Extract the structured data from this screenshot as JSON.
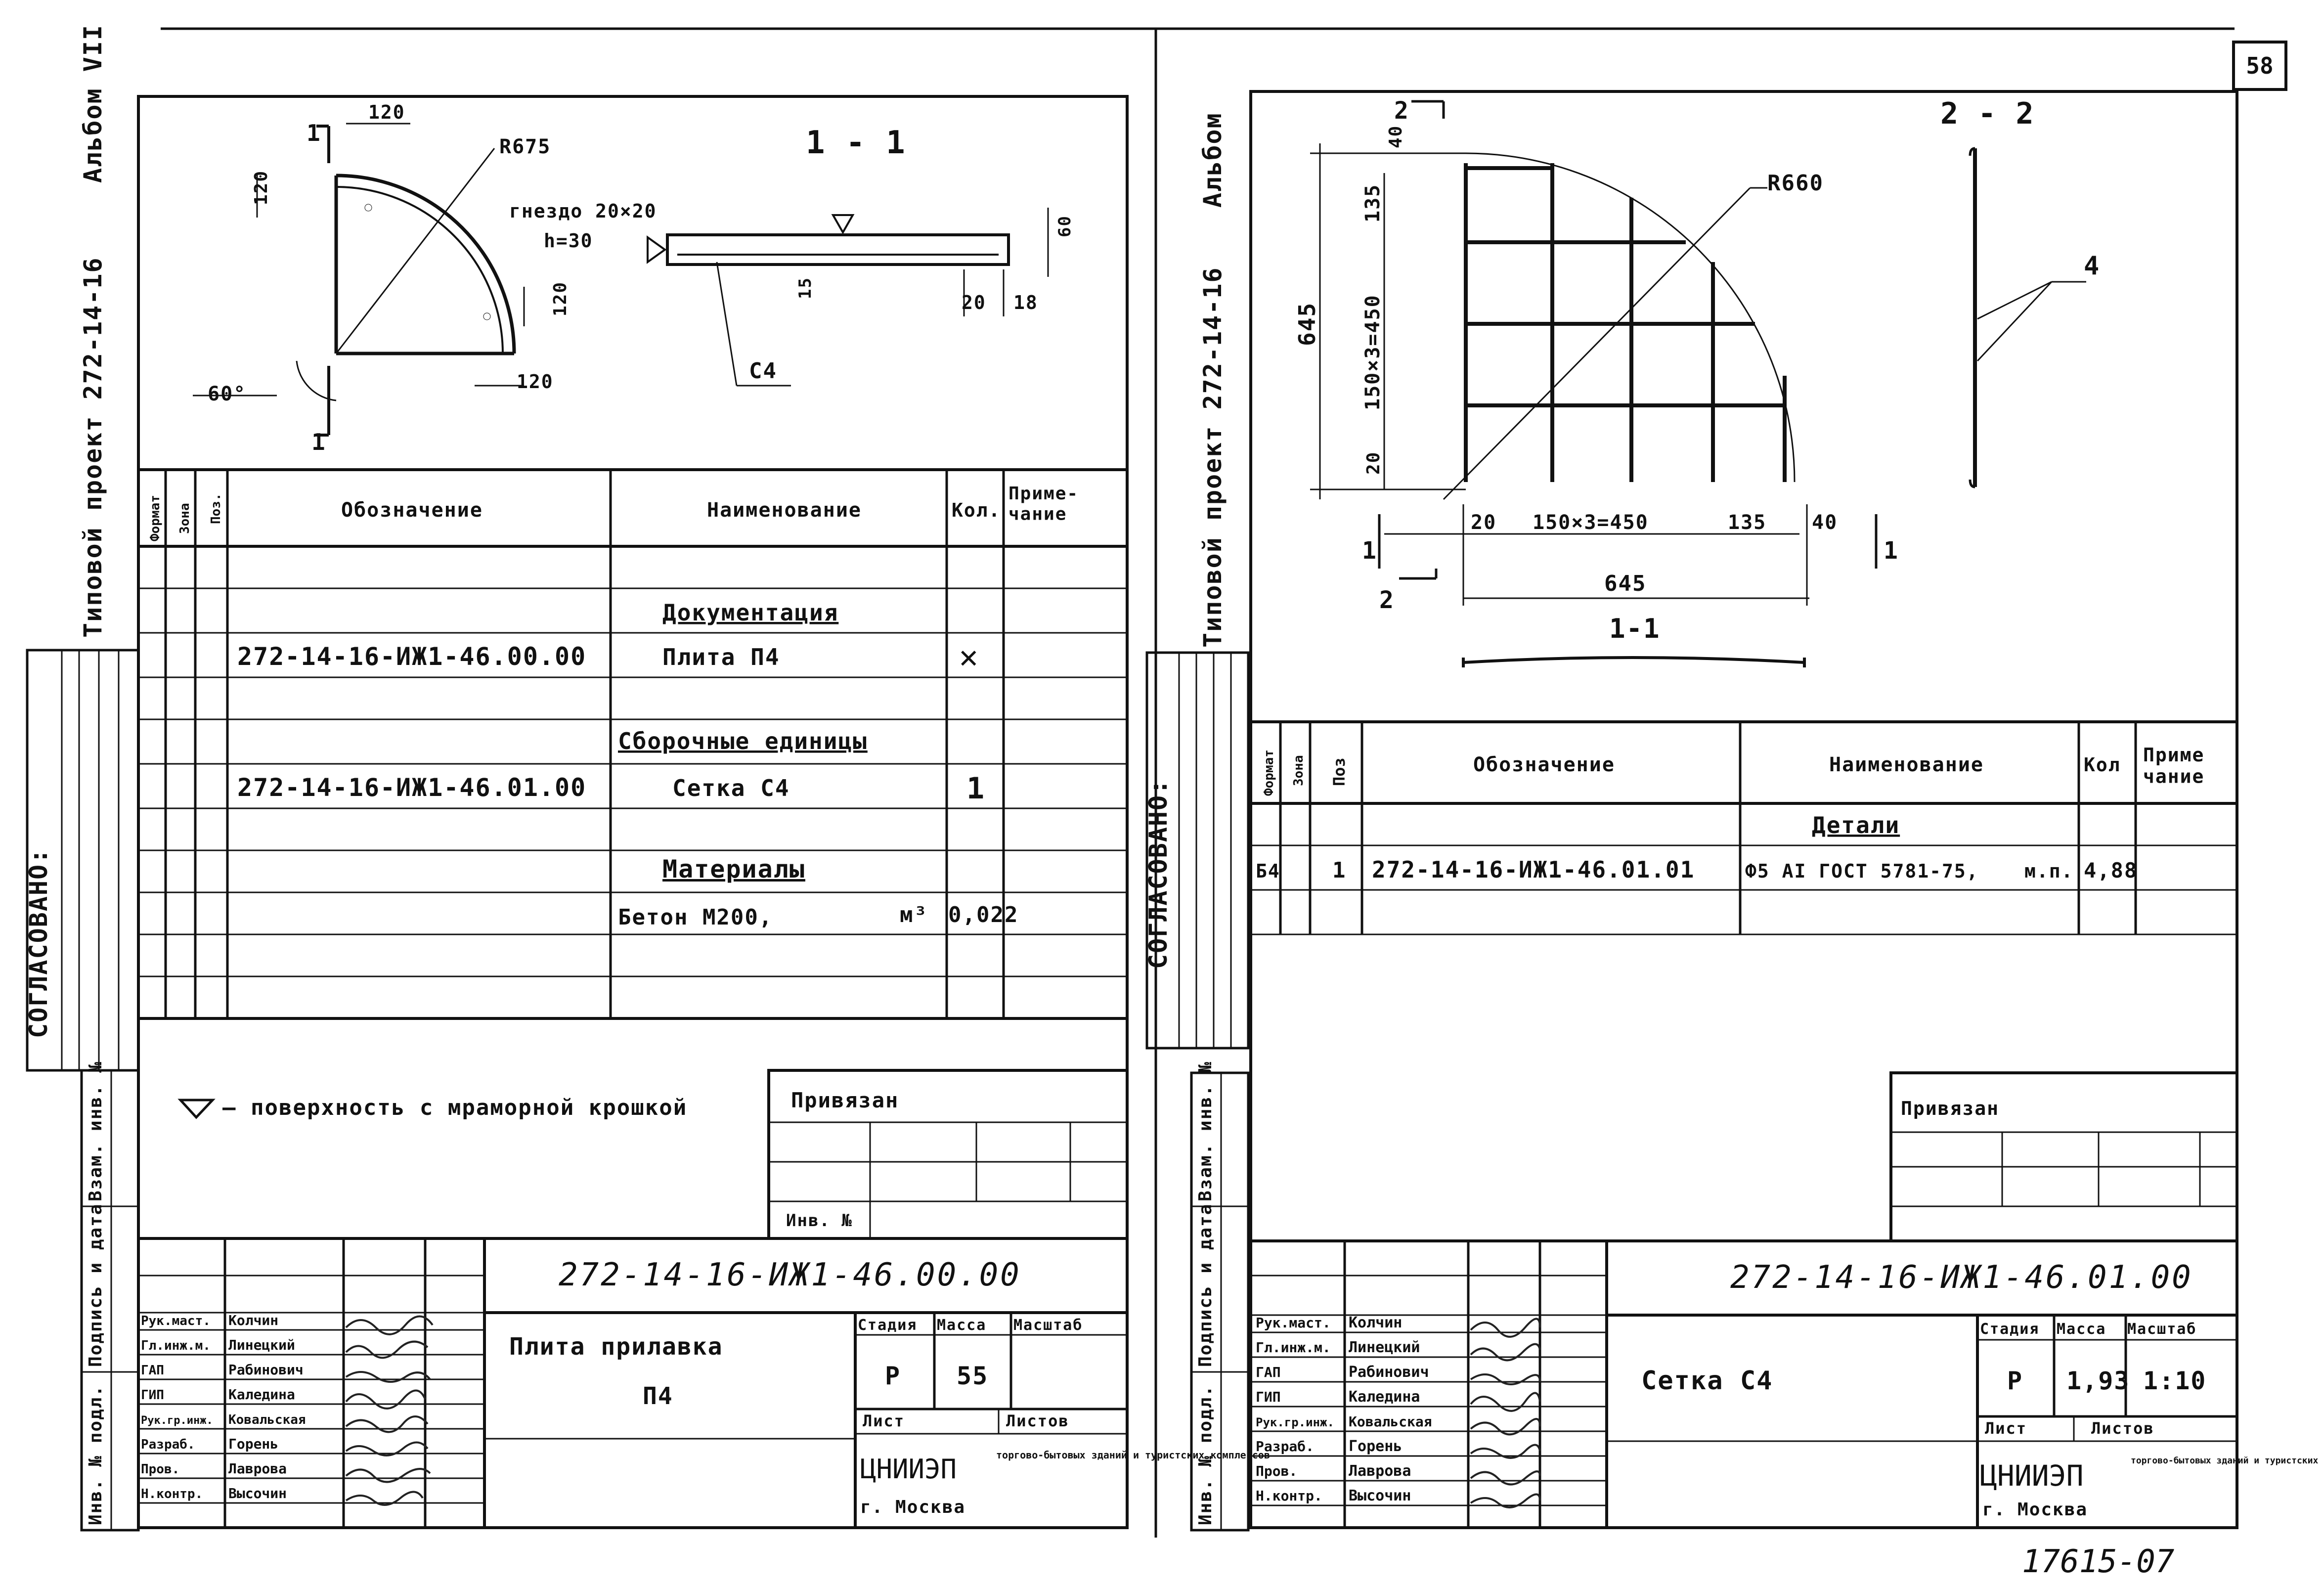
{
  "sheet_number": "58",
  "left_sheet": {
    "side_album": "Альбом VII",
    "side_project": "Типовой проект 272-14-16",
    "side_agreed": "СОГЛАСОВАНО:",
    "side_labels": [
      "Инв. № подл.",
      "Подпись и дата",
      "Взам. инв. №"
    ],
    "drawing": {
      "section_title": "1 - 1",
      "r_label": "R675",
      "nest_label": "гнездо 20×20",
      "nest_h": "h=30",
      "dim_120_top": "120",
      "dim_120_left": "120",
      "dim_120_right": "120",
      "dim_120_bottom": "120",
      "angle": "60°",
      "cut_1_top": "1",
      "cut_1_bottom": "1",
      "dim_60": "60",
      "dim_15": "15",
      "dim_20": "20",
      "dim_18": "18",
      "c4_label": "С4"
    },
    "spec": {
      "headers": {
        "format": "Формат",
        "zone": "Зона",
        "pos": "Поз.",
        "designation": "Обозначение",
        "name": "Наименование",
        "qty": "Кол.",
        "note": "Приме-\nчание"
      },
      "section_docs": "Документация",
      "row_doc_designation": "272-14-16-ИЖ1-46.00.00",
      "row_doc_name": "Плита П4",
      "row_doc_qty": "✕",
      "section_asm": "Сборочные единицы",
      "row_asm_designation": "272-14-16-ИЖ1-46.01.00",
      "row_asm_name": "Сетка С4",
      "row_asm_qty": "1",
      "section_mat": "Материалы",
      "row_mat_name": "Бетон М200,",
      "row_mat_unit": "м³",
      "row_mat_qty": "0,022"
    },
    "legend_text": "— поверхность с мраморной крошкой",
    "privyazan": "Привязан",
    "inv_no": "Инв. №",
    "title_block": {
      "code": "272-14-16-ИЖ1-46.00.00",
      "name_line1": "Плита прилавка",
      "name_line2": "П4",
      "roles": [
        "Рук.маст.",
        "Гл.инж.м.",
        "ГАП",
        "ГИП",
        "Рук.гр.инж.",
        "Разраб.",
        "Пров.",
        "Н.контр."
      ],
      "people": [
        "Колчин",
        "Линецкий",
        "Рабинович",
        "Каледина",
        "Ковальская",
        "Горень",
        "Лаврова",
        "Высочин"
      ],
      "stage_h": "Стадия",
      "mass_h": "Масса",
      "scale_h": "Масштаб",
      "stage": "Р",
      "mass": "55",
      "scale": "",
      "sheet_h": "Лист",
      "sheets_h": "Листов",
      "org": "ЦНИИЭП",
      "org_city": "г. Москва",
      "org_desc": "торгово-бытовых зданий и туристских комплексов"
    }
  },
  "right_sheet": {
    "side_album": "Альбом",
    "side_project": "Типовой проект 272-14-16",
    "side_agreed": "СОГЛАСОВАНО:",
    "side_labels": [
      "Инв. № подл.",
      "Подпись и дата",
      "Взам. инв. №"
    ],
    "drawing": {
      "r_label": "R660",
      "section_title": "2 - 2",
      "section_bottom": "1-1",
      "dim_645_v": "645",
      "dim_135_v": "135",
      "dim_450_v": "150×3=450",
      "dim_20_v": "20",
      "dim_40_v": "40",
      "dim_20_h": "20",
      "dim_450_h": "150×3=450",
      "dim_135_h": "135",
      "dim_40_h": "40",
      "dim_645_h": "645",
      "cut_2_top": "2",
      "cut_2_bottom": "2",
      "cut_1_left": "1",
      "cut_1_right": "1",
      "pos_4": "4"
    },
    "spec": {
      "headers": {
        "format": "Формат",
        "zone": "Зона",
        "pos": "Поз",
        "designation": "Обозначение",
        "name": "Наименование",
        "qty": "Кол",
        "note": "Приме\nчание"
      },
      "section_details": "Детали",
      "row_format": "Б4",
      "row_pos": "1",
      "row_designation": "272-14-16-ИЖ1-46.01.01",
      "row_name": "Ф5 АI ГОСТ 5781-75,",
      "row_unit": "м.п.",
      "row_qty": "4,88"
    },
    "privyazan": "Привязан",
    "title_block": {
      "code": "272-14-16-ИЖ1-46.01.00",
      "name_line1": "Сетка С4",
      "roles": [
        "Рук.маст.",
        "Гл.инж.м.",
        "ГАП",
        "ГИП",
        "Рук.гр.инж.",
        "Разраб.",
        "Пров.",
        "Н.контр."
      ],
      "people": [
        "Колчин",
        "Линецкий",
        "Рабинович",
        "Каледина",
        "Ковальская",
        "Горень",
        "Лаврова",
        "Высочин"
      ],
      "stage_h": "Стадия",
      "mass_h": "Масса",
      "scale_h": "Масштаб",
      "stage": "Р",
      "mass": "1,93",
      "scale": "1:10",
      "sheet_h": "Лист",
      "sheets_h": "Листов",
      "org": "ЦНИИЭП",
      "org_city": "г. Москва",
      "org_desc": "торгово-бытовых зданий и туристских комплексов"
    }
  },
  "archive_number": "17615-07"
}
